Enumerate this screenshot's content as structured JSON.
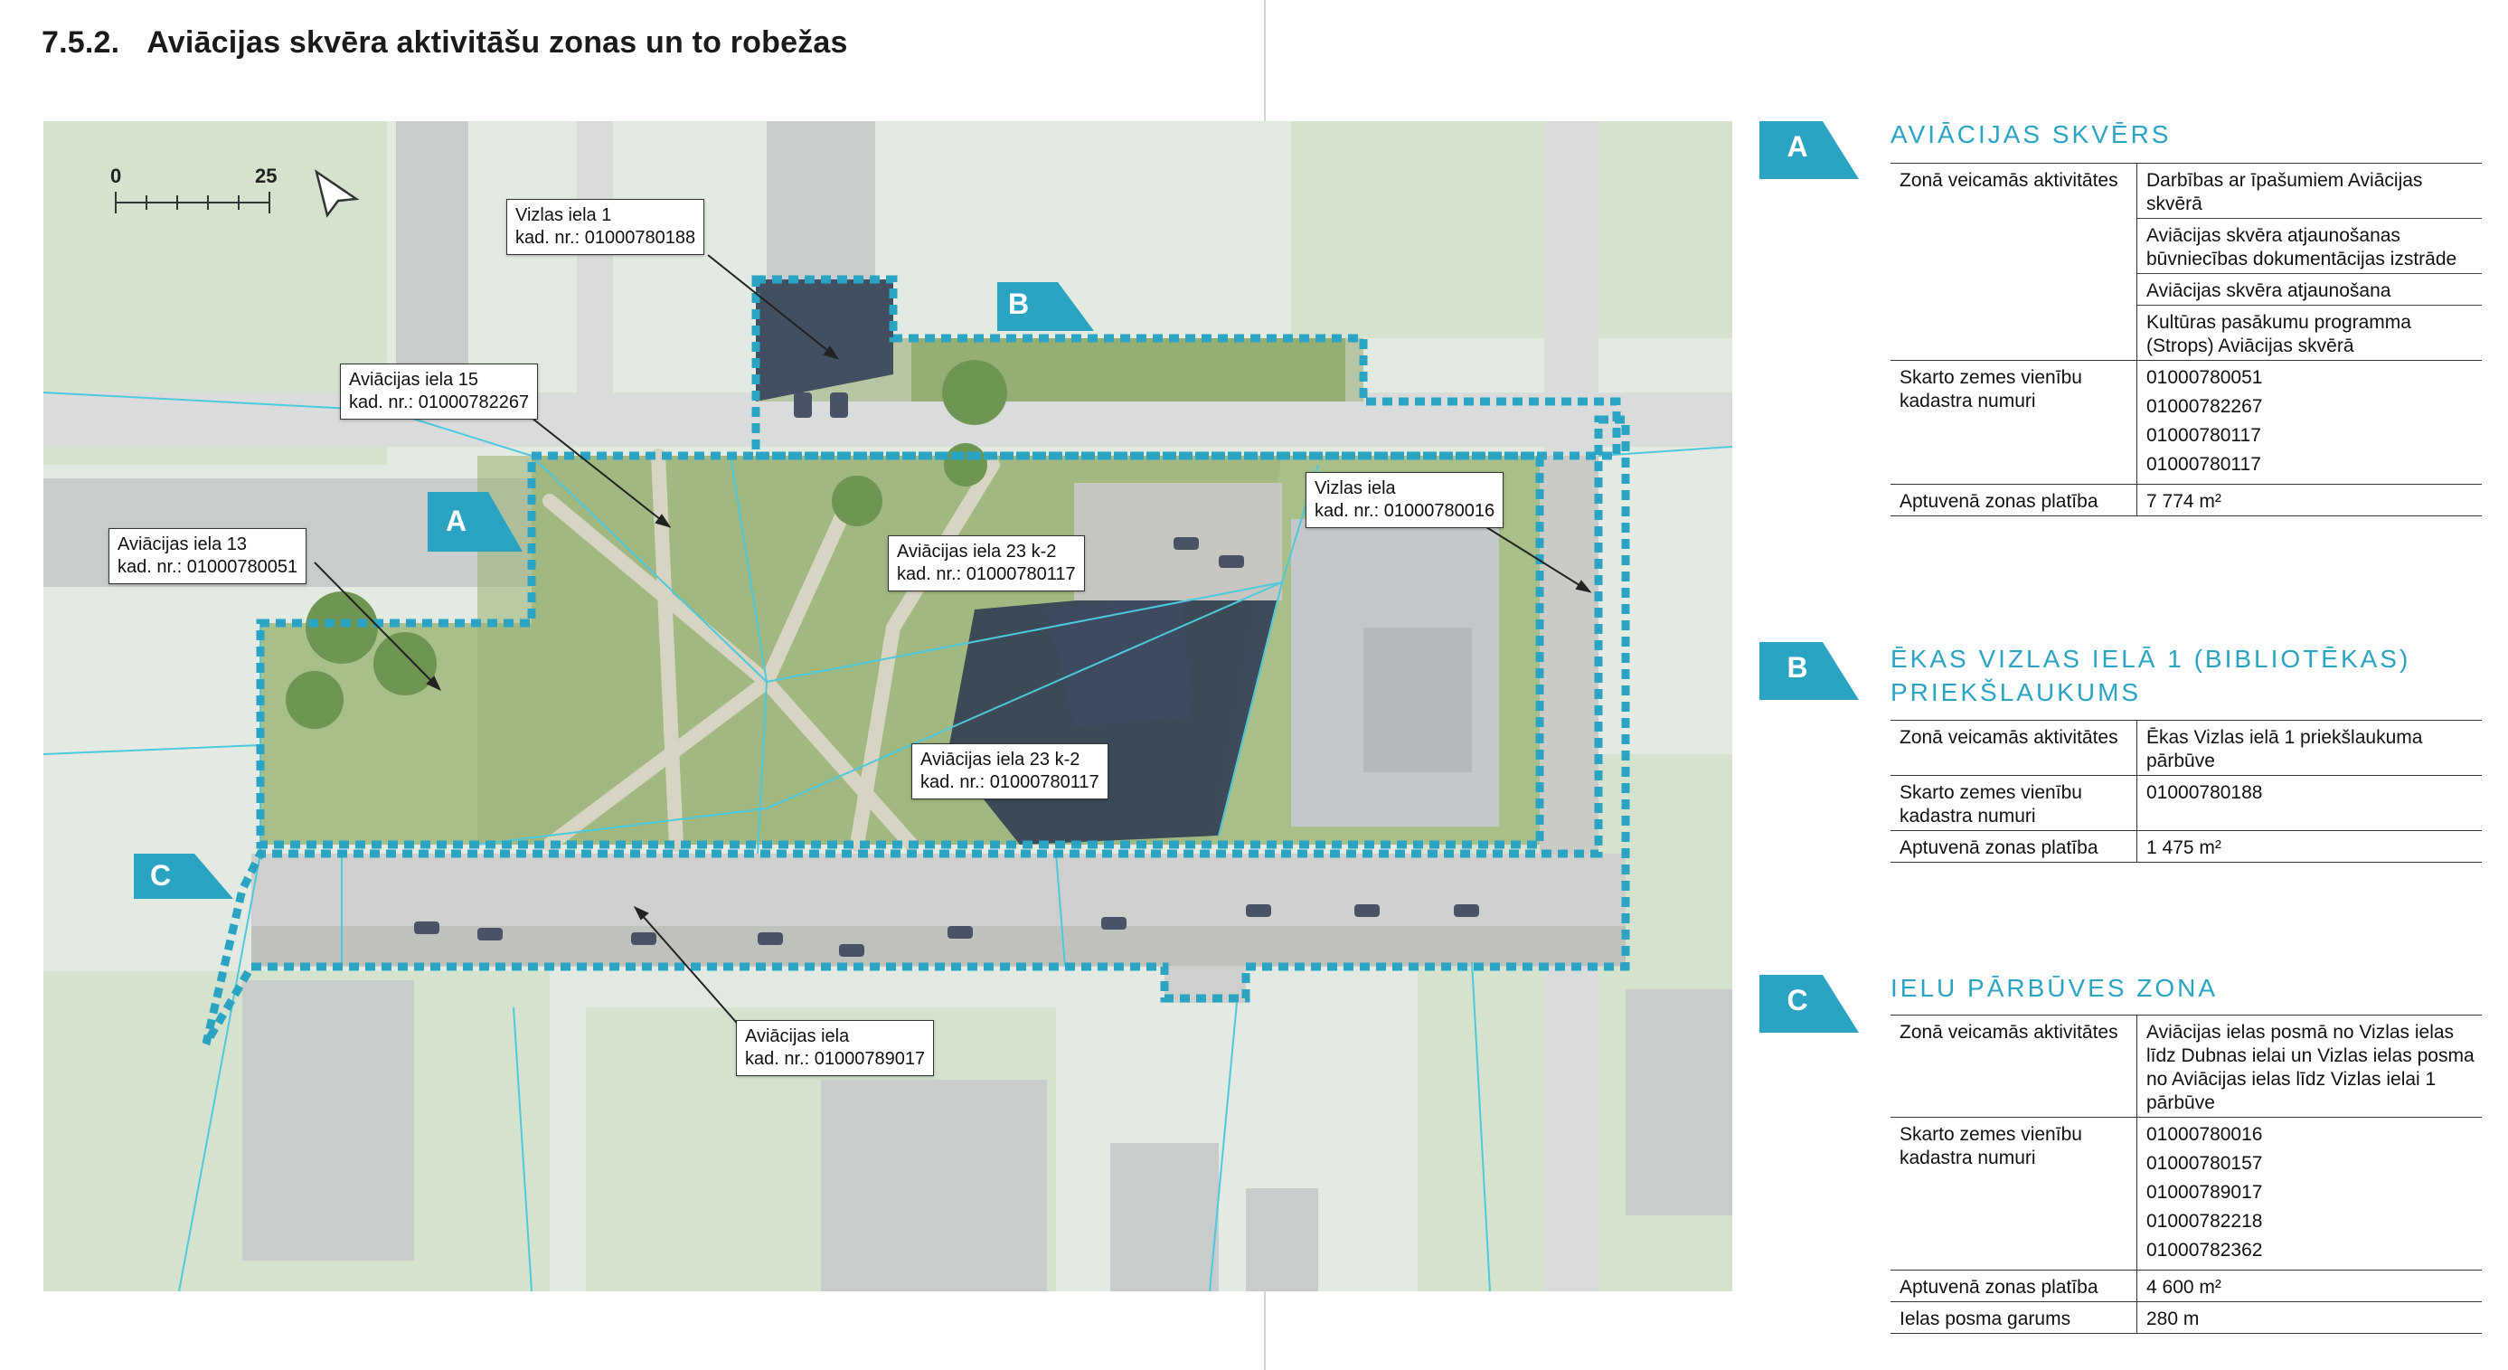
{
  "page": {
    "section_number": "7.5.2.",
    "title": "Aviācijas skvēra aktivitāšu zonas un to robežas"
  },
  "map": {
    "scale": {
      "start": "0",
      "end": "25"
    },
    "zone_badges": [
      "A",
      "B",
      "C"
    ],
    "callouts": [
      {
        "line1": "Vizlas iela 1",
        "line2": "kad. nr.: 01000780188"
      },
      {
        "line1": "Aviācijas iela 15",
        "line2": "kad. nr.: 01000782267"
      },
      {
        "line1": "Aviācijas iela 13",
        "line2": "kad. nr.: 01000780051"
      },
      {
        "line1": "Aviācijas iela 23 k-2",
        "line2": "kad. nr.: 01000780117"
      },
      {
        "line1": "Vizlas iela",
        "line2": "kad. nr.: 01000780016"
      },
      {
        "line1": "Aviācijas iela 23 k-2",
        "line2": "kad. nr.: 01000780117"
      },
      {
        "line1": "Aviācijas iela",
        "line2": "kad. nr.: 01000789017"
      }
    ],
    "colors": {
      "boundary": "#2ba4c4",
      "cadastre_lines": "#4ec9dc",
      "badge": "#2ba4c4"
    }
  },
  "zones": [
    {
      "badge": "A",
      "title_lines": [
        "AVIĀCIJAS SKVĒRS"
      ],
      "rows": [
        {
          "key": "Zonā veicamās aktivitātes",
          "values": [
            "Darbības ar īpašumiem Aviācijas skvērā",
            "Aviācijas skvēra atjaunošanas būvniecības dokumentācijas izstrāde",
            "Aviācijas skvēra  atjaunošana",
            "Kultūras pasākumu programma (Strops) Aviācijas skvērā"
          ]
        },
        {
          "key": "Skarto zemes vienību kadastra numuri",
          "values": [
            "01000780051",
            "01000782267",
            "01000780117",
            "01000780117"
          ]
        },
        {
          "key": "Aptuvenā zonas platība",
          "values": [
            "7 774 m²"
          ]
        }
      ]
    },
    {
      "badge": "B",
      "title_lines": [
        "ĒKAS VIZLAS IELĀ 1 (BIBLIOTĒKAS)",
        "PRIEKŠLAUKUMS"
      ],
      "rows": [
        {
          "key": "Zonā veicamās aktivitātes",
          "values": [
            "Ēkas Vizlas ielā 1 priekšlaukuma pārbūve"
          ]
        },
        {
          "key": "Skarto zemes vienību kadastra numuri",
          "values": [
            "01000780188"
          ]
        },
        {
          "key": "Aptuvenā zonas platība",
          "values": [
            "1 475 m²"
          ]
        }
      ]
    },
    {
      "badge": "C",
      "title_lines": [
        "IELU PĀRBŪVES ZONA"
      ],
      "rows": [
        {
          "key": "Zonā veicamās aktivitātes",
          "values": [
            "Aviācijas ielas posmā no Vizlas ielas līdz Dubnas ielai un Vizlas ielas posma no Aviācijas ielas līdz Vizlas ielai 1 pārbūve"
          ]
        },
        {
          "key": "Skarto zemes vienību kadastra numuri",
          "values": [
            "01000780016",
            "01000780157",
            "01000789017",
            "01000782218",
            "01000782362"
          ]
        },
        {
          "key": "Aptuvenā zonas platība",
          "values": [
            "4 600 m²"
          ]
        },
        {
          "key": "Ielas posma garums",
          "values": [
            "280 m"
          ]
        }
      ]
    }
  ]
}
